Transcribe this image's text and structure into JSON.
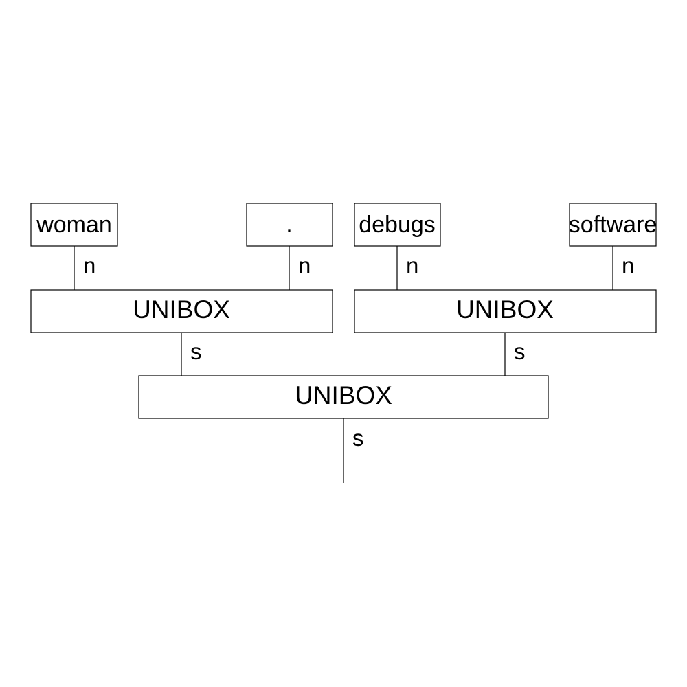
{
  "words": {
    "w1": "woman",
    "w2": ".",
    "w3": "debugs",
    "w4": "software"
  },
  "boxes": {
    "left": "UNIBOX",
    "right": "UNIBOX",
    "bottom": "UNIBOX"
  },
  "wire_types": {
    "w1": "n",
    "w2": "n",
    "w3": "n",
    "w4": "n",
    "left_out": "s",
    "right_out": "s",
    "bottom_out": "s"
  }
}
